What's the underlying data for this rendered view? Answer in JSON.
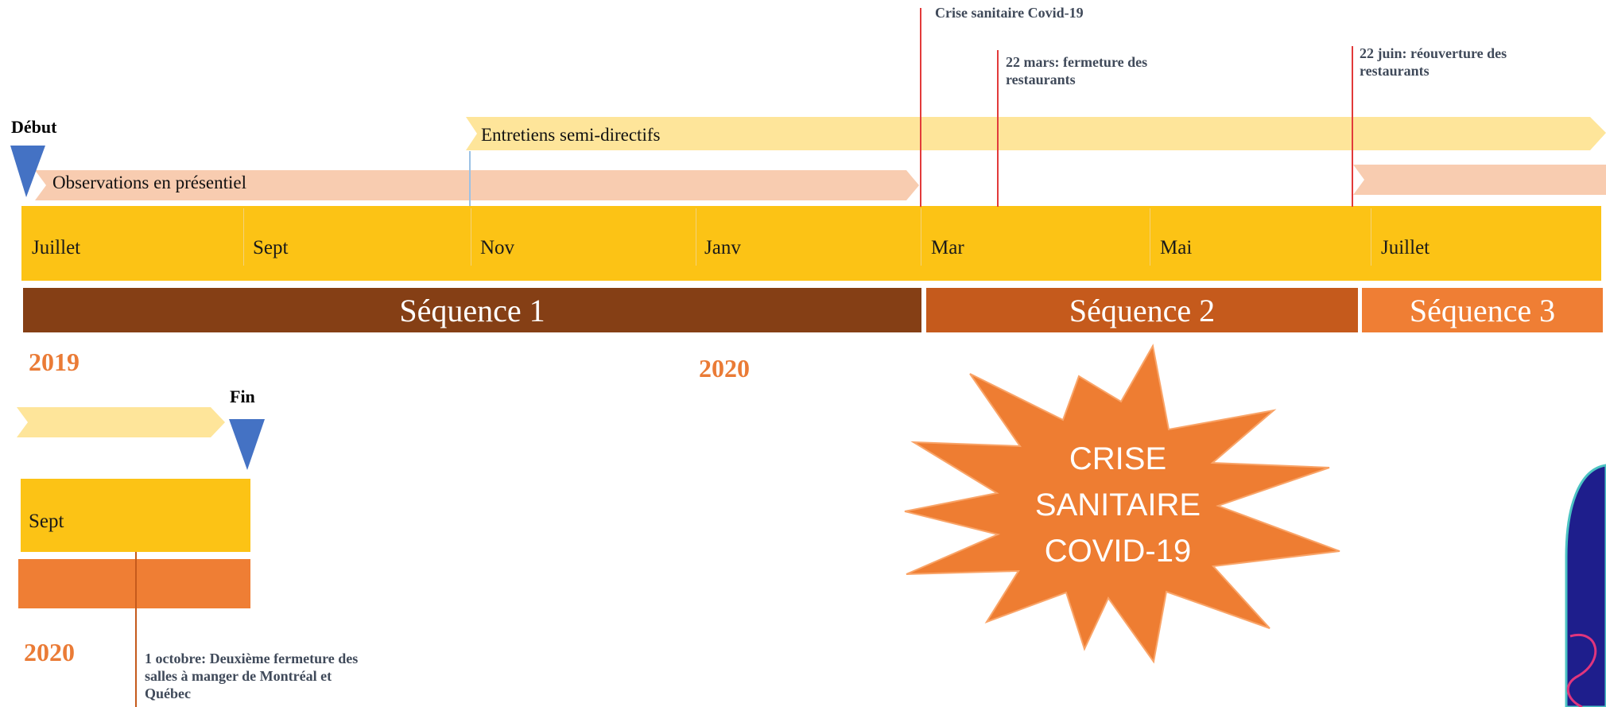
{
  "markers": {
    "start": "Début",
    "end": "Fin"
  },
  "activities": {
    "observations": "Observations en présentiel",
    "interviews": "Entretiens semi-directifs"
  },
  "months": [
    "Juillet",
    "Sept",
    "Nov",
    "Janv",
    "Mar",
    "Mai",
    "Juillet"
  ],
  "sequences": [
    "Séquence 1",
    "Séquence 2",
    "Séquence 3"
  ],
  "years": {
    "y2019": "2019",
    "y2020_top": "2020",
    "y2020_bottom": "2020"
  },
  "events": {
    "crisis": "Crise sanitaire Covid-19",
    "march22": [
      "22 mars: fermeture des",
      "restaurants"
    ],
    "june22": [
      "22 juin: réouverture des",
      "restaurants"
    ],
    "oct1": [
      "1 octobre: Deuxième fermeture des",
      "salles à manger de Montréal et",
      "Québec"
    ]
  },
  "lower_month": "Sept",
  "starburst": [
    "CRISE",
    "SANITAIRE",
    "COVID-19"
  ],
  "colors": {
    "timeline": "#fcc315",
    "peach_arrow": "#f8ccb0",
    "yellow_arrow": "#fee59a",
    "seq1": "#853f15",
    "seq2": "#c55a1c",
    "seq3": "#ef7e34",
    "marker": "#4472c4",
    "event_line": "#e23a3a"
  }
}
